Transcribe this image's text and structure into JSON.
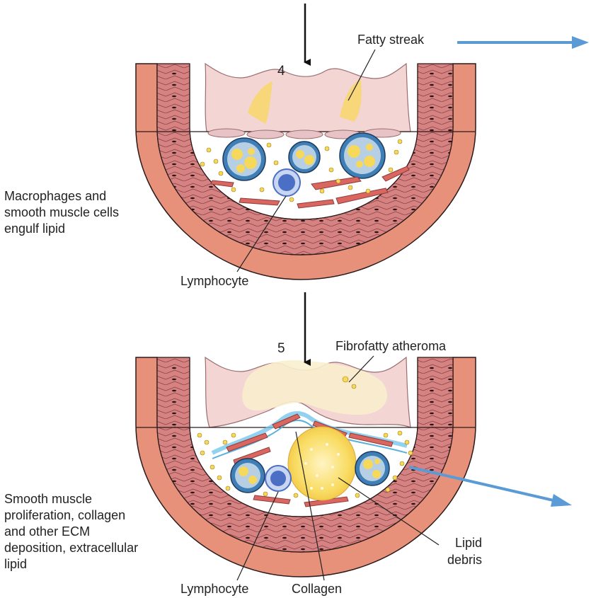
{
  "stage4": {
    "number": "4",
    "label_fatty_streak": "Fatty streak",
    "label_lymphocyte": "Lymphocyte",
    "caption": [
      "Macrophages and",
      "smooth muscle cells",
      "engulf lipid"
    ]
  },
  "stage5": {
    "number": "5",
    "label_atheroma": "Fibrofatty atheroma",
    "label_lymphocyte": "Lymphocyte",
    "label_collagen": "Collagen",
    "label_lipid": [
      "Lipid",
      "debris"
    ],
    "caption": [
      "Smooth muscle",
      "proliferation, collagen",
      "and other ECM",
      "deposition, extracellular",
      "lipid"
    ]
  },
  "colors": {
    "vessel_outer": "#e8917a",
    "vessel_media": "#c9787a",
    "vessel_outline": "#2a1a1a",
    "intima": "#f3d6d4",
    "lipid": "#f6d85a",
    "macrophage": "#3f7fb6",
    "lymphocyte": "#4a6fc4",
    "arrow_blue": "#5b9bd5",
    "collagen": "#6fc3ea"
  }
}
